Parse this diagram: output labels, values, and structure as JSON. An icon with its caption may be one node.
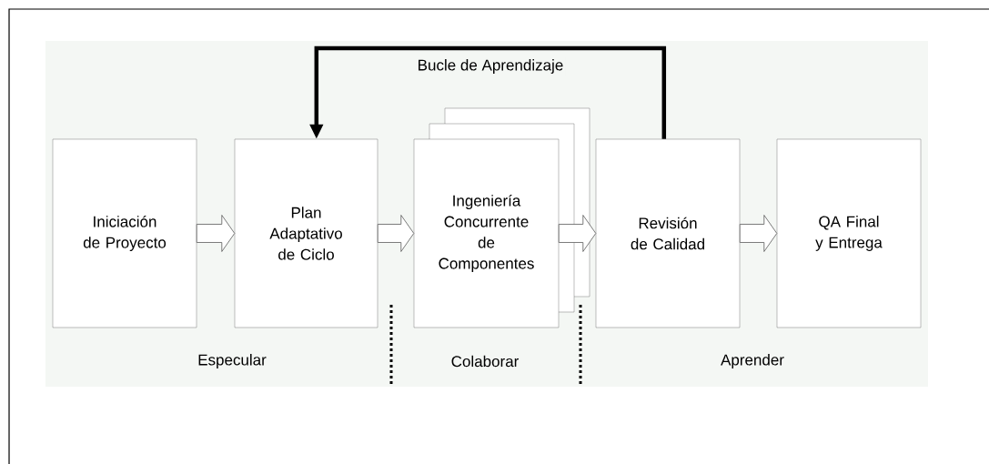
{
  "diagram": {
    "nodes": [
      {
        "text": [
          "Iniciación de Proyecto"
        ]
      },
      {
        "text": [
          "Plan Adaptativo de Ciclo"
        ]
      },
      {
        "text": [
          "Ingeniería Concurrente de Componentes"
        ]
      },
      {
        "text": [
          "Revisión de Calidad"
        ]
      },
      {
        "text": [
          "QA Final y Entrega"
        ]
      }
    ],
    "edges": [
      {
        "from": 0,
        "to": 1,
        "arrow": "to"
      },
      {
        "from": 1,
        "to": 2,
        "arrow": "to"
      },
      {
        "from": 2,
        "to": 3,
        "arrow": "to"
      },
      {
        "from": 3,
        "to": 4,
        "arrow": "to"
      },
      {
        "from": 3,
        "to": 1,
        "arrow": "to",
        "label": "Bucle de Aprendizaje"
      }
    ],
    "labels": [
      "Especular",
      "Colaborar",
      "Aprender"
    ]
  }
}
